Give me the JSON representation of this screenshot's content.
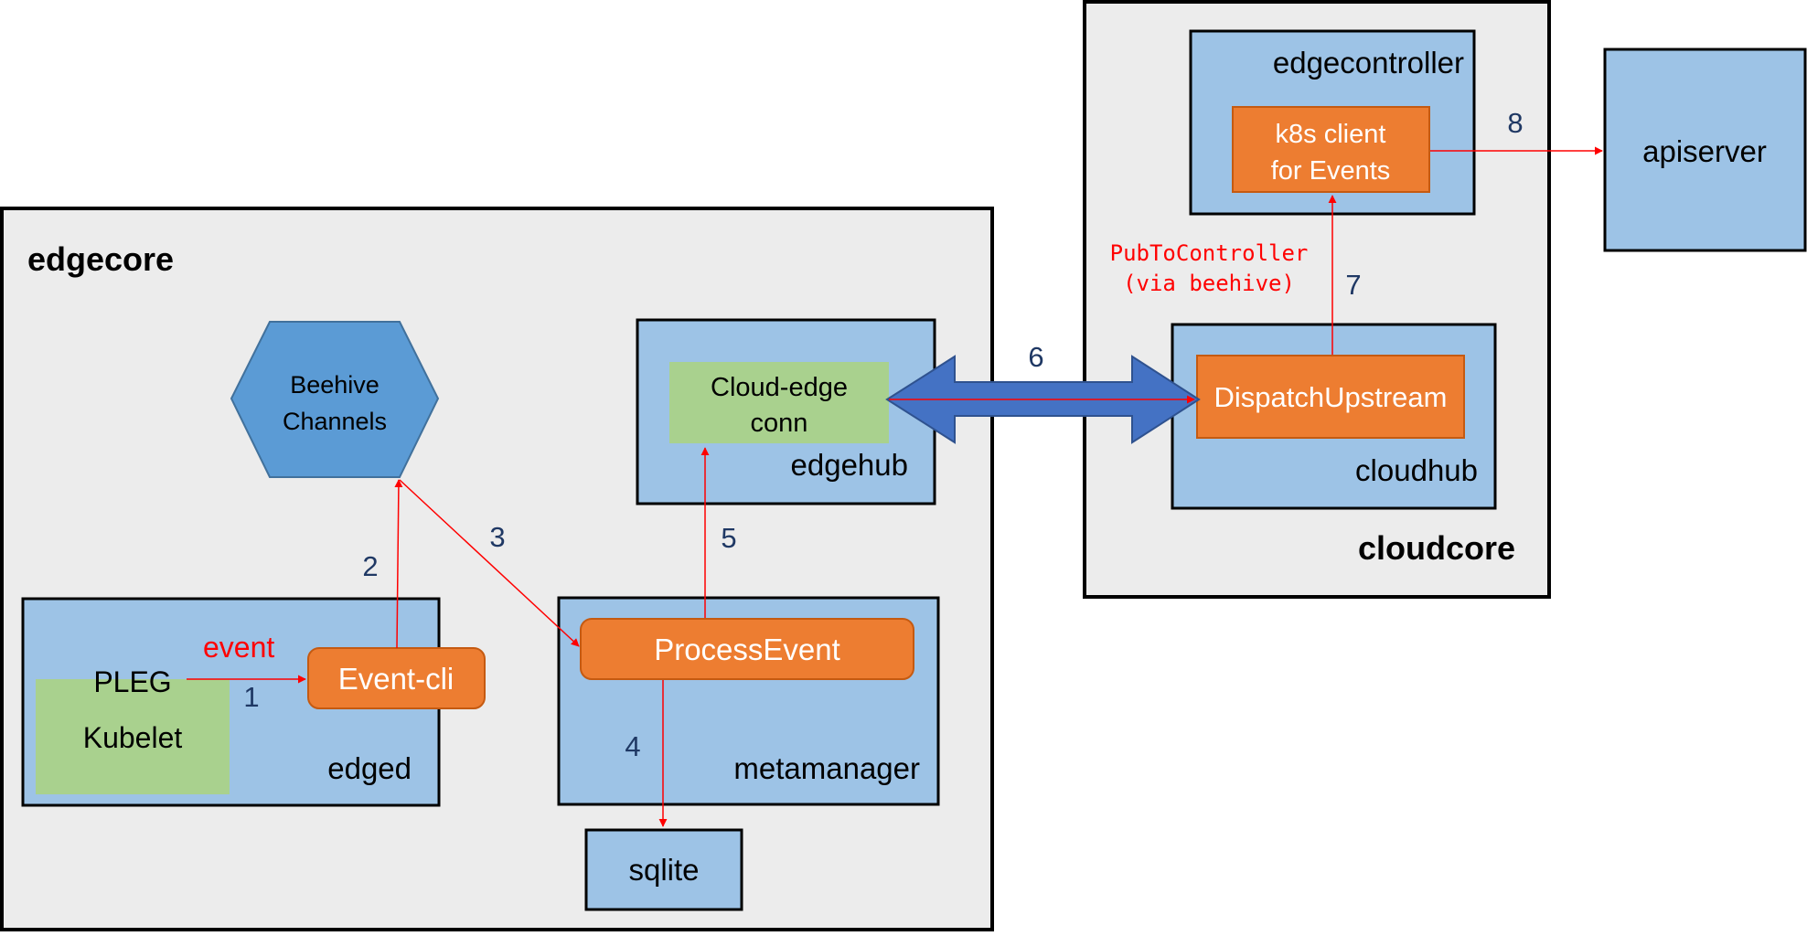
{
  "edgecore": {
    "title": "edgecore",
    "beehive": {
      "line1": "Beehive",
      "line2": "Channels"
    },
    "edgehub": {
      "label": "edgehub",
      "conn_line1": "Cloud-edge",
      "conn_line2": "conn"
    },
    "edged": {
      "label": "edged",
      "pleg": "PLEG",
      "kubelet": "Kubelet",
      "event_cli": "Event-cli",
      "event_label": "event"
    },
    "metamanager": {
      "label": "metamanager",
      "process_event": "ProcessEvent"
    },
    "sqlite": "sqlite"
  },
  "cloudcore": {
    "title": "cloudcore",
    "edgecontroller": {
      "label": "edgecontroller",
      "client_line1": "k8s client",
      "client_line2": "for Events"
    },
    "cloudhub": {
      "label": "cloudhub",
      "dispatch": "DispatchUpstream"
    },
    "pub_line1": "PubToController",
    "pub_line2": "(via beehive)"
  },
  "apiserver": "apiserver",
  "steps": [
    "1",
    "2",
    "3",
    "4",
    "5",
    "6",
    "7",
    "8"
  ],
  "colors": {
    "panel_fill": "#ececec",
    "box_blue": "#9dc3e6",
    "component_orange": "#ed7d31",
    "conn_green": "#a9d18e",
    "hexagon_blue": "#5b9bd5",
    "big_arrow": "#4472c4",
    "arrow_red": "#ff0000",
    "step_number": "#1f3864"
  }
}
